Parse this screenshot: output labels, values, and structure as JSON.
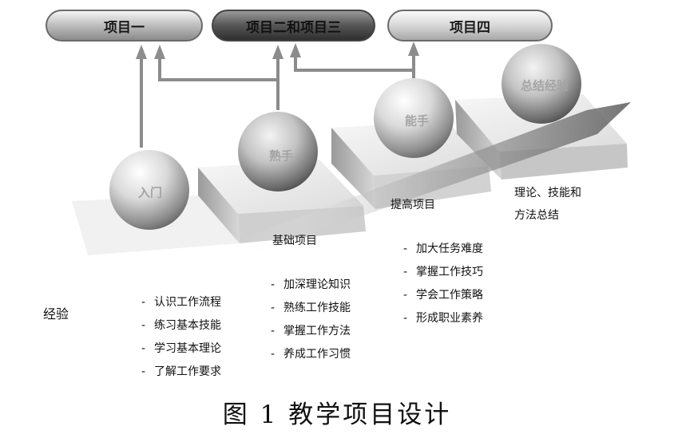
{
  "projects": [
    {
      "label": "项目一"
    },
    {
      "label": "项目二和项目三"
    },
    {
      "label": "项目四"
    }
  ],
  "stages": [
    {
      "label": "入门"
    },
    {
      "label": "熟手"
    },
    {
      "label": "能手"
    },
    {
      "label": "总结经验"
    }
  ],
  "step_titles": {
    "basic": "基础项目",
    "advanced": "提高项目",
    "summary_line1": "理论、技能和",
    "summary_line2": "方法总结"
  },
  "experience_label": "经验",
  "lists": {
    "intro": [
      "认识工作流程",
      "练习基本技能",
      "学习基本理论",
      "了解工作要求"
    ],
    "basic": [
      "加深理论知识",
      "熟练工作技能",
      "掌握工作方法",
      "养成工作习惯"
    ],
    "advanced": [
      "加大任务难度",
      "掌握工作技巧",
      "学会工作策略",
      "形成职业素养"
    ]
  },
  "list_bullet": "-",
  "caption": "图 1  教学项目设计",
  "colors": {
    "arrow": "#8c8c8c",
    "sphere_label": "#a4a4a4"
  }
}
